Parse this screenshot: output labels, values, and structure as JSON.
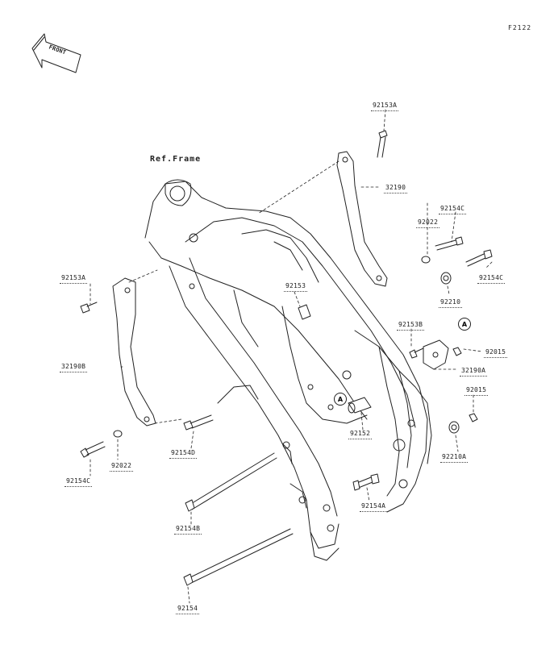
{
  "diagram": {
    "code": "F2122",
    "title": "Ref.Frame",
    "front_label": "FRONT",
    "callout_letter": "A",
    "parts": {
      "p92153A_top": "92153A",
      "p32190": "32190",
      "p92154C_right_top": "92154C",
      "p92022_right": "92022",
      "p92154C_right": "92154C",
      "p92210": "92210",
      "p92153_center": "92153",
      "p92153B": "92153B",
      "p92015_a": "92015",
      "p32190A": "32190A",
      "p92015_b": "92015",
      "p92152": "92152",
      "p92210A": "92210A",
      "p92154A": "92154A",
      "p92153A_left": "92153A",
      "p32190B": "32190B",
      "p92154D": "92154D",
      "p92022_left": "92022",
      "p92154C_left": "92154C",
      "p92154B": "92154B",
      "p92154": "92154"
    }
  }
}
